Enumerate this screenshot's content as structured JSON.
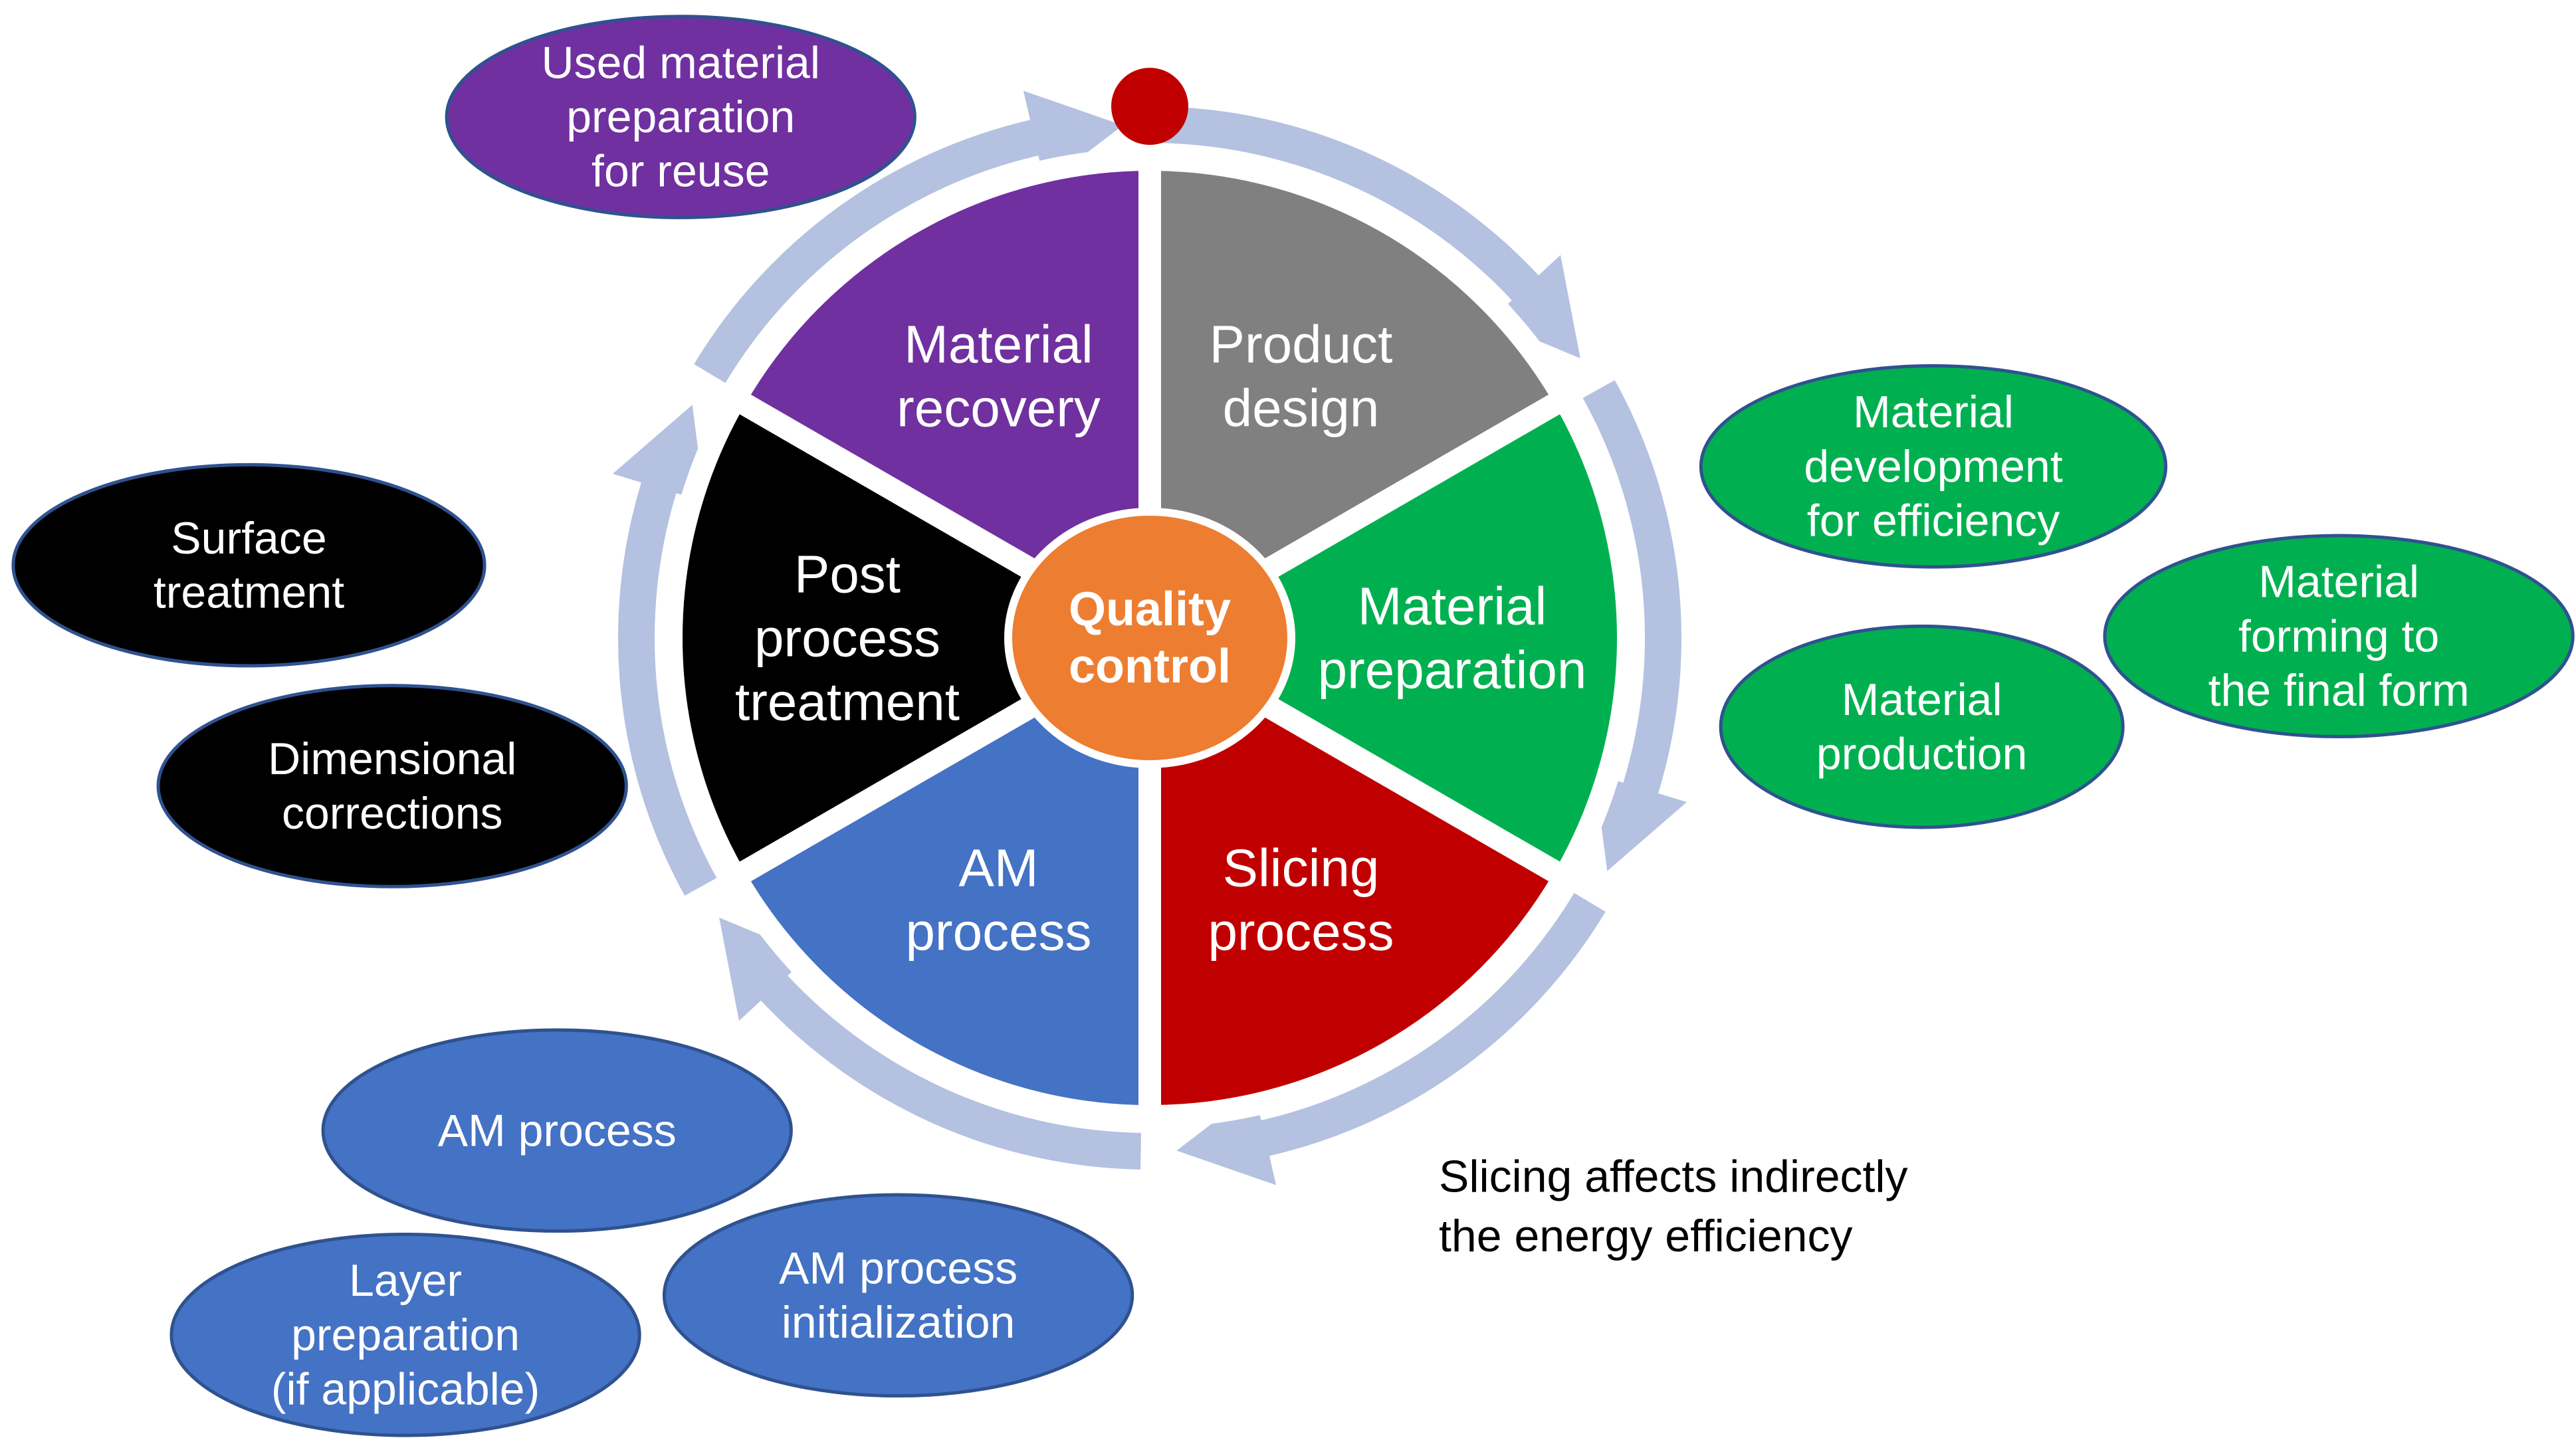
{
  "segments": [
    {
      "id": "product-design",
      "lines": [
        "Product",
        "design"
      ],
      "color": "#808080",
      "text_color": "#ffffff"
    },
    {
      "id": "material-preparation",
      "lines": [
        "Material",
        "preparation"
      ],
      "color": "#00b050",
      "text_color": "#ffffff"
    },
    {
      "id": "slicing-process",
      "lines": [
        "Slicing",
        "process"
      ],
      "color": "#c00000",
      "text_color": "#ffffff"
    },
    {
      "id": "am-process",
      "lines": [
        "AM",
        "process"
      ],
      "color": "#4472c4",
      "text_color": "#ffffff"
    },
    {
      "id": "post-process-treatment",
      "lines": [
        "Post",
        "process",
        "treatment"
      ],
      "color": "#000000",
      "text_color": "#ffffff"
    },
    {
      "id": "material-recovery",
      "lines": [
        "Material",
        "recovery"
      ],
      "color": "#7030a0",
      "text_color": "#ffffff"
    }
  ],
  "center": {
    "lines": [
      "Quality",
      "control"
    ],
    "color": "#ed7d31",
    "text_color": "#ffffff"
  },
  "ring_color": "#b4c1e0",
  "start_marker_color": "#c00000",
  "bubbles": [
    {
      "id": "used-material-preparation",
      "lines": [
        "Used material",
        "preparation",
        "for reuse"
      ],
      "color": "#7030a0"
    },
    {
      "id": "material-development",
      "lines": [
        "Material",
        "development",
        "for efficiency"
      ],
      "color": "#00b050"
    },
    {
      "id": "material-forming",
      "lines": [
        "Material",
        "forming to",
        "the final form"
      ],
      "color": "#00b050"
    },
    {
      "id": "material-production",
      "lines": [
        "Material",
        "production"
      ],
      "color": "#00b050"
    },
    {
      "id": "surface-treatment",
      "lines": [
        "Surface",
        "treatment"
      ],
      "color": "#000000"
    },
    {
      "id": "dimensional-corrections",
      "lines": [
        "Dimensional",
        "corrections"
      ],
      "color": "#000000"
    },
    {
      "id": "am-process-bubble",
      "lines": [
        "AM process"
      ],
      "color": "#4472c4"
    },
    {
      "id": "layer-preparation",
      "lines": [
        "Layer",
        "preparation",
        "(if applicable)"
      ],
      "color": "#4472c4"
    },
    {
      "id": "am-process-initialization",
      "lines": [
        "AM process",
        "initialization"
      ],
      "color": "#4472c4"
    }
  ],
  "note": {
    "lines": [
      "Slicing affects indirectly",
      "the energy efficiency"
    ],
    "color": "#000000"
  }
}
